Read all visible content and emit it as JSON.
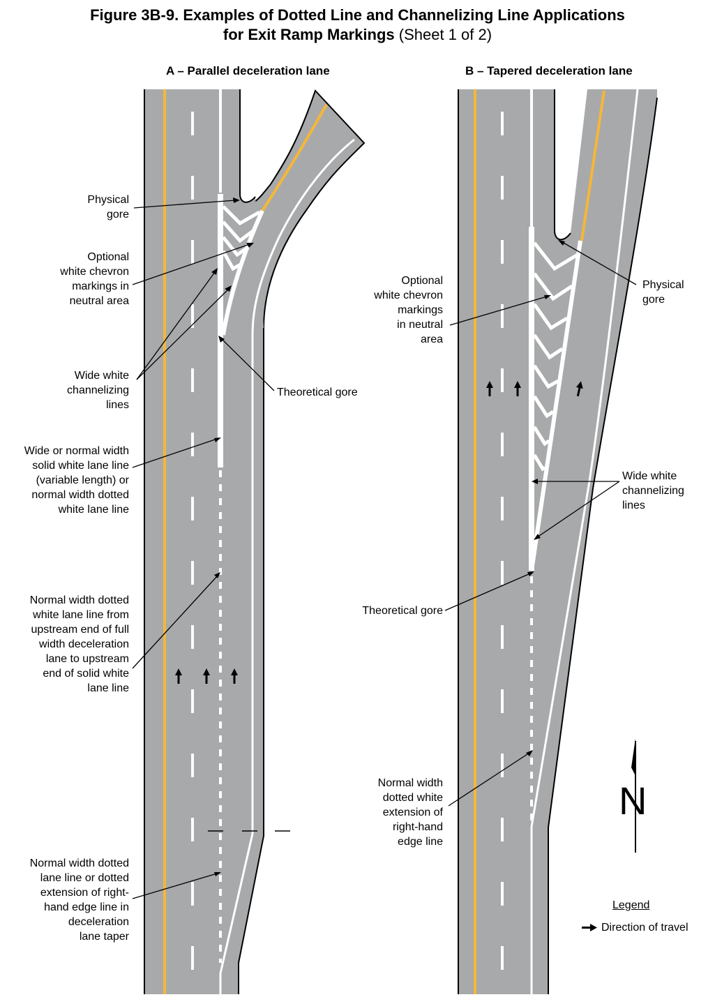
{
  "title": {
    "line1": "Figure 3B-9.  Examples of Dotted Line and Channelizing Line Applications",
    "line2_bold": "for Exit Ramp Markings",
    "line2_sheet": " (Sheet 1 of 2)"
  },
  "panel_a": {
    "title": "A – Parallel deceleration lane",
    "labels": {
      "physical_gore": "Physical\ngore",
      "optional_chevron": "Optional\nwhite chevron\nmarkings in\nneutral area",
      "wide_channelizing": "Wide white\nchannelizing\nlines",
      "theoretical_gore": "Theoretical gore",
      "solid_lane_line": "Wide or normal width\nsolid white lane line\n(variable length) or\nnormal width dotted\nwhite lane line",
      "dotted_from_upstream": "Normal width dotted\nwhite lane line from\nupstream end of full\nwidth deceleration\nlane to upstream\nend of solid white\nlane line",
      "dotted_taper": "Normal width dotted\nlane line or dotted\nextension of right-\nhand edge line in\ndeceleration\nlane taper"
    }
  },
  "panel_b": {
    "title": "B – Tapered deceleration lane",
    "labels": {
      "optional_chevron": "Optional\nwhite chevron\nmarkings\nin neutral\narea",
      "physical_gore": "Physical\ngore",
      "wide_channelizing": "Wide white\nchannelizing\nlines",
      "theoretical_gore": "Theoretical gore",
      "dotted_extension": "Normal width\ndotted white\nextension of\nright-hand\nedge line"
    }
  },
  "north_arrow": {
    "letter": "N"
  },
  "legend": {
    "title": "Legend",
    "item": "Direction of travel"
  },
  "colors": {
    "pavement": "#a8a9ab",
    "yellow_line": "#f5b738",
    "white_line": "#ffffff",
    "outline": "#000000"
  }
}
